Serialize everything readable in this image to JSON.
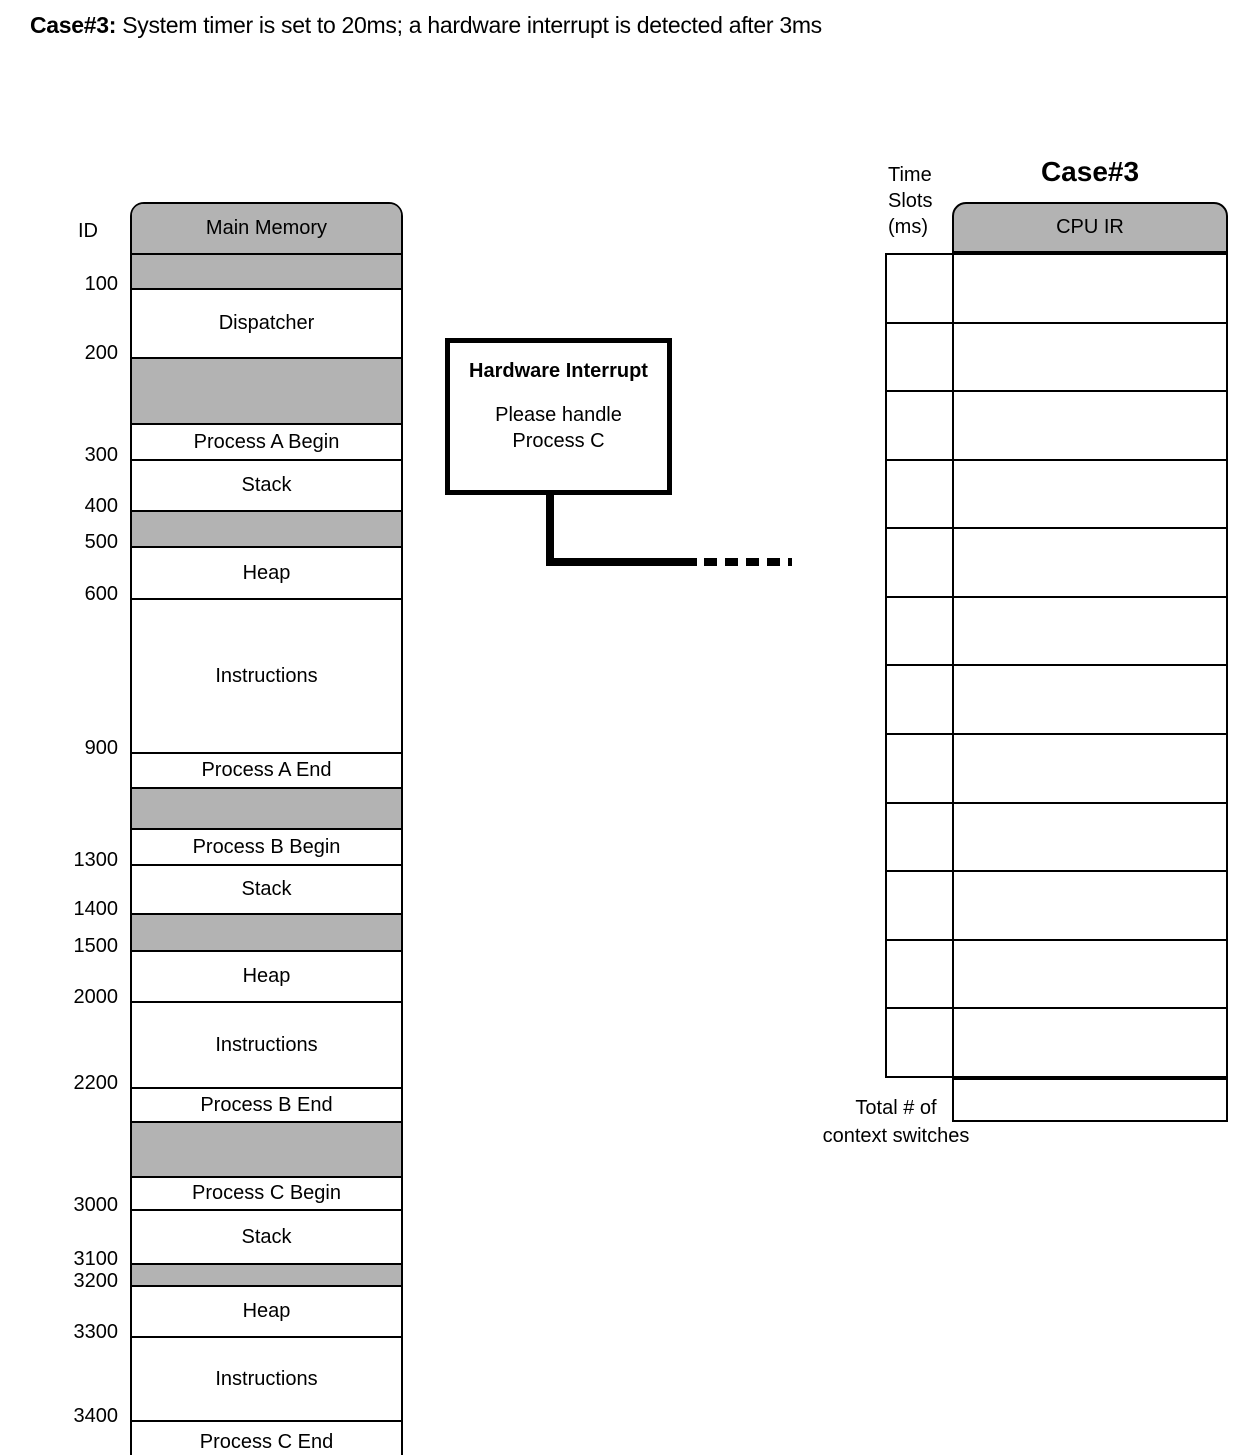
{
  "page_title": {
    "prefix": "Case#3:",
    "text": " System timer is set to 20ms; a hardware interrupt is detected after 3ms"
  },
  "memory": {
    "id_column_header": "ID",
    "header": "Main Memory",
    "segments": [
      {
        "label": "",
        "fill": "gray",
        "h": 35,
        "id_label": "100"
      },
      {
        "label": "Dispatcher",
        "fill": "white",
        "h": 69,
        "id_label": "200"
      },
      {
        "label": "",
        "fill": "gray",
        "h": 66,
        "id_label": ""
      },
      {
        "label": "Process A Begin",
        "fill": "white",
        "h": 36,
        "id_label": "300"
      },
      {
        "label": "Stack",
        "fill": "white",
        "h": 51,
        "id_label": "400"
      },
      {
        "label": "",
        "fill": "gray",
        "h": 36,
        "id_label": "500"
      },
      {
        "label": "Heap",
        "fill": "white",
        "h": 52,
        "id_label": "600"
      },
      {
        "label": "Instructions",
        "fill": "white",
        "h": 154,
        "id_label": "900"
      },
      {
        "label": "Process A End",
        "fill": "white",
        "h": 35,
        "id_label": ""
      },
      {
        "label": "",
        "fill": "gray",
        "h": 41,
        "id_label": ""
      },
      {
        "label": "Process B Begin",
        "fill": "white",
        "h": 36,
        "id_label": "1300"
      },
      {
        "label": "Stack",
        "fill": "white",
        "h": 49,
        "id_label": "1400"
      },
      {
        "label": "",
        "fill": "gray",
        "h": 37,
        "id_label": "1500"
      },
      {
        "label": "Heap",
        "fill": "white",
        "h": 51,
        "id_label": "2000"
      },
      {
        "label": "Instructions",
        "fill": "white",
        "h": 86,
        "id_label": "2200"
      },
      {
        "label": "Process B End",
        "fill": "white",
        "h": 34,
        "id_label": ""
      },
      {
        "label": "",
        "fill": "gray",
        "h": 55,
        "id_label": ""
      },
      {
        "label": "Process C Begin",
        "fill": "white",
        "h": 33,
        "id_label": "3000"
      },
      {
        "label": "Stack",
        "fill": "white",
        "h": 54,
        "id_label": "3100"
      },
      {
        "label": "",
        "fill": "gray",
        "h": 22,
        "id_label": "3200"
      },
      {
        "label": "Heap",
        "fill": "white",
        "h": 51,
        "id_label": "3300"
      },
      {
        "label": "Instructions",
        "fill": "white",
        "h": 84,
        "id_label": "3400"
      },
      {
        "label": "Process C End",
        "fill": "white",
        "h": 42,
        "id_label": ""
      }
    ]
  },
  "interrupt_note": {
    "title": "Hardware Interrupt",
    "body_line1": "Please handle",
    "body_line2": "Process C"
  },
  "timeline_table": {
    "time_slots_label_lines": [
      "Time",
      "Slots",
      "(ms)"
    ],
    "case_title": "Case#3",
    "cpu_header": "CPU IR",
    "rows": [
      {
        "time_slot": "",
        "cpu_ir": ""
      },
      {
        "time_slot": "",
        "cpu_ir": ""
      },
      {
        "time_slot": "",
        "cpu_ir": ""
      },
      {
        "time_slot": "",
        "cpu_ir": ""
      },
      {
        "time_slot": "",
        "cpu_ir": ""
      },
      {
        "time_slot": "",
        "cpu_ir": ""
      },
      {
        "time_slot": "",
        "cpu_ir": ""
      },
      {
        "time_slot": "",
        "cpu_ir": ""
      },
      {
        "time_slot": "",
        "cpu_ir": ""
      },
      {
        "time_slot": "",
        "cpu_ir": ""
      },
      {
        "time_slot": "",
        "cpu_ir": ""
      },
      {
        "time_slot": "",
        "cpu_ir": ""
      }
    ],
    "total_label_line1": "Total # of",
    "total_label_line2": "context switches",
    "total_value": ""
  },
  "colors": {
    "gray_fill": "#b3b3b3",
    "line": "#000000"
  }
}
